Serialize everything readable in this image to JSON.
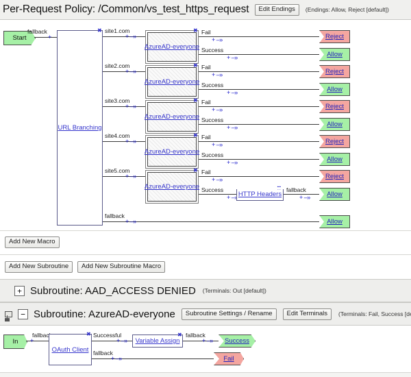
{
  "header": {
    "title": "Per-Request Policy: /Common/vs_test_https_request",
    "edit_endings_label": "Edit Endings",
    "endings_note": "(Endings: Allow, Reject [default])"
  },
  "policy": {
    "start_label": "Start",
    "start_fallback_label": "fallback",
    "branching_node": "URL Branching",
    "branches": [
      {
        "label": "site1.com",
        "macro": "AzureAD-everyone",
        "out1": "Fail",
        "out1_end": "Reject",
        "out2": "Success",
        "out2_end": "Allow"
      },
      {
        "label": "site2.com",
        "macro": "AzureAD-everyone",
        "out1": "Fail",
        "out1_end": "Reject",
        "out2": "Success",
        "out2_end": "Allow"
      },
      {
        "label": "site3.com",
        "macro": "AzureAD-everyone",
        "out1": "Fail",
        "out1_end": "Reject",
        "out2": "Success",
        "out2_end": "Allow"
      },
      {
        "label": "site4.com",
        "macro": "AzureAD-everyone",
        "out1": "Fail",
        "out1_end": "Reject",
        "out2": "Success",
        "out2_end": "Allow"
      },
      {
        "label": "site5.com",
        "macro": "AzureAD-everyone",
        "out1": "Fail",
        "out1_end": "Reject",
        "out2": "Success",
        "out2_end": "Allow"
      }
    ],
    "http_headers_node": "HTTP Headers",
    "http_headers_fallback": "fallback",
    "http_headers_end": "Allow",
    "branch_fallback_label": "fallback",
    "branch_fallback_end": "Allow"
  },
  "toolbar": {
    "add_new_macro": "Add New Macro",
    "add_new_subroutine": "Add New Subroutine",
    "add_new_subroutine_macro": "Add New Subroutine Macro"
  },
  "subroutines": [
    {
      "expander": "+",
      "title": "Subroutine: AAD_ACCESS DENIED",
      "terminals_note": "(Terminals: Out [default])"
    },
    {
      "expander": "−",
      "title": "Subroutine: AzureAD-everyone",
      "settings_label": "Subroutine Settings / Rename",
      "edit_terminals_label": "Edit Terminals",
      "terminals_note": "(Terminals: Fail, Success [default])"
    }
  ],
  "sub_policy": {
    "in_label": "In",
    "in_fallback": "fallback",
    "oauth_node": "OAuth Client",
    "branch_successful": "Successful",
    "branch_fallback": "fallback",
    "variable_assign_node": "Variable Assign",
    "va_fallback": "fallback",
    "terminal_success": "Success",
    "terminal_fail": "Fail"
  },
  "colors": {
    "allow": "#a6f0a6",
    "reject": "#f4a6a0",
    "link": "#3333cc",
    "header_bg": "#f0f0ee"
  }
}
